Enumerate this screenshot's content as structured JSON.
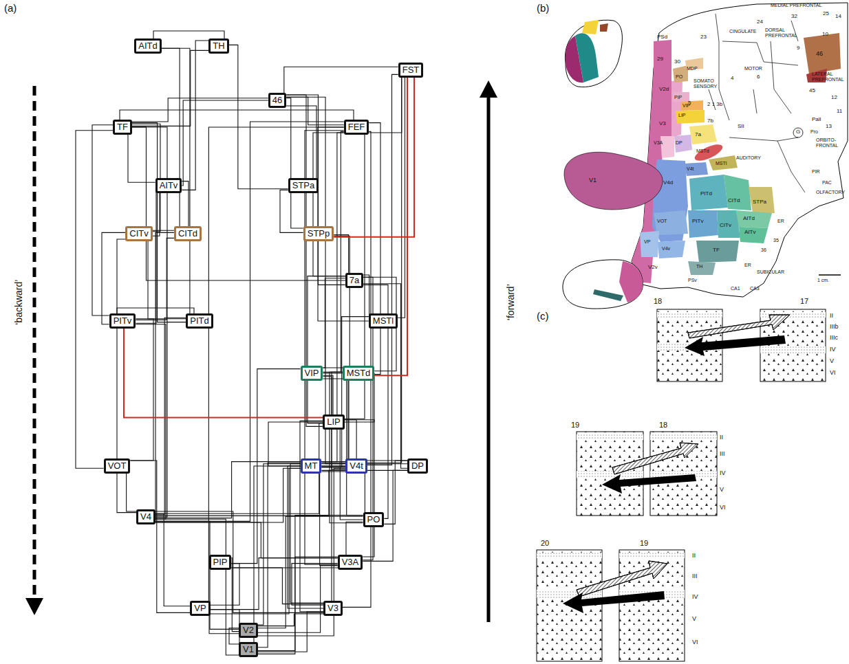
{
  "diagram": {
    "nodes": [
      {
        "text": [
          "AITd"
        ]
      },
      {
        "text": [
          "TH"
        ]
      },
      {
        "text": [
          "FST"
        ]
      },
      {
        "text": [
          "46"
        ]
      },
      {
        "text": [
          "TF"
        ]
      },
      {
        "text": [
          "FEF"
        ]
      },
      {
        "text": [
          "AITv"
        ]
      },
      {
        "text": [
          "STPa"
        ]
      },
      {
        "text": [
          "CITv"
        ]
      },
      {
        "text": [
          "CITd"
        ]
      },
      {
        "text": [
          "STPp"
        ]
      },
      {
        "text": [
          "7a"
        ]
      },
      {
        "text": [
          "PITv"
        ]
      },
      {
        "text": [
          "PITd"
        ]
      },
      {
        "text": [
          "MSTl"
        ]
      },
      {
        "text": [
          "VIP"
        ]
      },
      {
        "text": [
          "MSTd"
        ]
      },
      {
        "text": [
          "LIP"
        ]
      },
      {
        "text": [
          "VOT"
        ]
      },
      {
        "text": [
          "MT"
        ]
      },
      {
        "text": [
          "V4t"
        ]
      },
      {
        "text": [
          "DP"
        ]
      },
      {
        "text": [
          "V4"
        ]
      },
      {
        "text": [
          "PO"
        ]
      },
      {
        "text": [
          "PIP"
        ]
      },
      {
        "text": [
          "V3A"
        ]
      },
      {
        "text": [
          "VP"
        ]
      },
      {
        "text": [
          "V3"
        ]
      },
      {
        "text": [
          "V2"
        ]
      },
      {
        "text": [
          "V1"
        ]
      }
    ],
    "edges": [
      {
        "from": 29,
        "to": 28,
        "arrow": "none"
      },
      {
        "from": 29,
        "to": 27,
        "arrow": "none"
      },
      {
        "from": 29,
        "to": 19,
        "arrow": "none"
      },
      {
        "from": 29,
        "to": 22,
        "arrow": "none"
      },
      {
        "from": 29,
        "to": 23,
        "arrow": "none"
      },
      {
        "from": 29,
        "to": 26,
        "arrow": "none"
      },
      {
        "from": 29,
        "to": 25,
        "arrow": "none"
      },
      {
        "from": 29,
        "to": 20,
        "arrow": "none"
      },
      {
        "from": 28,
        "to": 27,
        "arrow": "none"
      },
      {
        "from": 28,
        "to": 26,
        "arrow": "none"
      },
      {
        "from": 28,
        "to": 22,
        "arrow": "none"
      },
      {
        "from": 28,
        "to": 19,
        "arrow": "none"
      },
      {
        "from": 28,
        "to": 25,
        "arrow": "none"
      },
      {
        "from": 28,
        "to": 23,
        "arrow": "none"
      },
      {
        "from": 28,
        "to": 20,
        "arrow": "none"
      },
      {
        "from": 28,
        "to": 24,
        "arrow": "none"
      },
      {
        "from": 27,
        "to": 25,
        "arrow": "none"
      },
      {
        "from": 27,
        "to": 22,
        "arrow": "none"
      },
      {
        "from": 27,
        "to": 19,
        "arrow": "none"
      },
      {
        "from": 27,
        "to": 24,
        "arrow": "none"
      },
      {
        "from": 27,
        "to": 17,
        "arrow": "none"
      },
      {
        "from": 27,
        "to": 5,
        "arrow": "none"
      },
      {
        "from": 27,
        "to": 20,
        "arrow": "none"
      },
      {
        "from": 27,
        "to": 15,
        "arrow": "none"
      },
      {
        "from": 26,
        "to": 22,
        "arrow": "none"
      },
      {
        "from": 26,
        "to": 19,
        "arrow": "none"
      },
      {
        "from": 26,
        "to": 25,
        "arrow": "none"
      },
      {
        "from": 26,
        "to": 24,
        "arrow": "none"
      },
      {
        "from": 26,
        "to": 18,
        "arrow": "none"
      },
      {
        "from": 26,
        "to": 5,
        "arrow": "none"
      },
      {
        "from": 25,
        "to": 22,
        "arrow": "none"
      },
      {
        "from": 25,
        "to": 19,
        "arrow": "none"
      },
      {
        "from": 25,
        "to": 21,
        "arrow": "none"
      },
      {
        "from": 25,
        "to": 17,
        "arrow": "none"
      },
      {
        "from": 25,
        "to": 5,
        "arrow": "none"
      },
      {
        "from": 25,
        "to": 11,
        "arrow": "none"
      },
      {
        "from": 24,
        "to": 23,
        "arrow": "none"
      },
      {
        "from": 24,
        "to": 15,
        "arrow": "none"
      },
      {
        "from": 23,
        "to": 19,
        "arrow": "none"
      },
      {
        "from": 23,
        "to": 21,
        "arrow": "none"
      },
      {
        "from": 23,
        "to": 17,
        "arrow": "none"
      },
      {
        "from": 23,
        "to": 15,
        "arrow": "none"
      },
      {
        "from": 23,
        "to": 16,
        "arrow": "none"
      },
      {
        "from": 23,
        "to": 11,
        "arrow": "none"
      },
      {
        "from": 22,
        "to": 18,
        "arrow": "none"
      },
      {
        "from": 22,
        "to": 12,
        "arrow": "none"
      },
      {
        "from": 22,
        "to": 13,
        "arrow": "none"
      },
      {
        "from": 22,
        "to": 19,
        "arrow": "none"
      },
      {
        "from": 22,
        "to": 20,
        "arrow": "none"
      },
      {
        "from": 22,
        "to": 17,
        "arrow": "none"
      },
      {
        "from": 22,
        "to": 5,
        "arrow": "none"
      },
      {
        "from": 22,
        "to": 4,
        "arrow": "none"
      },
      {
        "from": 22,
        "to": 8,
        "arrow": "none"
      },
      {
        "from": 22,
        "to": 9,
        "arrow": "none"
      },
      {
        "from": 22,
        "to": 21,
        "arrow": "none"
      },
      {
        "from": 18,
        "to": 12,
        "arrow": "none"
      },
      {
        "from": 18,
        "to": 4,
        "arrow": "none"
      },
      {
        "from": 19,
        "to": 20,
        "arrow": "none"
      },
      {
        "from": 19,
        "to": 16,
        "arrow": "none"
      },
      {
        "from": 19,
        "to": 14,
        "arrow": "none"
      },
      {
        "from": 19,
        "to": 2,
        "arrow": "none"
      },
      {
        "from": 19,
        "to": 15,
        "arrow": "none"
      },
      {
        "from": 19,
        "to": 17,
        "arrow": "none"
      },
      {
        "from": 19,
        "to": 5,
        "arrow": "none"
      },
      {
        "from": 20,
        "to": 16,
        "arrow": "none"
      },
      {
        "from": 20,
        "to": 2,
        "arrow": "none"
      },
      {
        "from": 21,
        "to": 17,
        "arrow": "none"
      },
      {
        "from": 21,
        "to": 11,
        "arrow": "none"
      },
      {
        "from": 21,
        "to": 3,
        "arrow": "none"
      },
      {
        "from": 17,
        "to": 15,
        "arrow": "none"
      },
      {
        "from": 17,
        "to": 11,
        "arrow": "none"
      },
      {
        "from": 17,
        "to": 5,
        "arrow": "none"
      },
      {
        "from": 17,
        "to": 3,
        "arrow": "none"
      },
      {
        "from": 17,
        "to": 16,
        "arrow": "none"
      },
      {
        "from": 17,
        "to": 12,
        "arrow": "none"
      },
      {
        "from": 15,
        "to": 16,
        "arrow": "none"
      },
      {
        "from": 15,
        "to": 5,
        "arrow": "none"
      },
      {
        "from": 15,
        "to": 11,
        "arrow": "none"
      },
      {
        "from": 16,
        "to": 2,
        "arrow": "none"
      },
      {
        "from": 16,
        "to": 11,
        "arrow": "none"
      },
      {
        "from": 16,
        "to": 10,
        "arrow": "none"
      },
      {
        "from": 16,
        "to": 5,
        "arrow": "none"
      },
      {
        "from": 14,
        "to": 2,
        "arrow": "none"
      },
      {
        "from": 14,
        "to": 11,
        "arrow": "none"
      },
      {
        "from": 14,
        "to": 5,
        "arrow": "none"
      },
      {
        "from": 12,
        "to": 13,
        "arrow": "none"
      },
      {
        "from": 12,
        "to": 8,
        "arrow": "none"
      },
      {
        "from": 12,
        "to": 9,
        "arrow": "none"
      },
      {
        "from": 12,
        "to": 4,
        "arrow": "none"
      },
      {
        "from": 12,
        "to": 6,
        "arrow": "none"
      },
      {
        "from": 13,
        "to": 9,
        "arrow": "none"
      },
      {
        "from": 13,
        "to": 0,
        "arrow": "none"
      },
      {
        "from": 13,
        "to": 4,
        "arrow": "none"
      },
      {
        "from": 11,
        "to": 10,
        "arrow": "none"
      },
      {
        "from": 11,
        "to": 3,
        "arrow": "none"
      },
      {
        "from": 11,
        "to": 4,
        "arrow": "none"
      },
      {
        "from": 11,
        "to": 5,
        "arrow": "none"
      },
      {
        "from": 10,
        "to": 2,
        "arrow": "none"
      },
      {
        "from": 10,
        "to": 7,
        "arrow": "none"
      },
      {
        "from": 10,
        "to": 3,
        "arrow": "none"
      },
      {
        "from": 8,
        "to": 6,
        "arrow": "none"
      },
      {
        "from": 8,
        "to": 4,
        "arrow": "none"
      },
      {
        "from": 9,
        "to": 0,
        "arrow": "none"
      },
      {
        "from": 9,
        "to": 6,
        "arrow": "none"
      },
      {
        "from": 6,
        "to": 4,
        "arrow": "none"
      },
      {
        "from": 6,
        "to": 1,
        "arrow": "none"
      },
      {
        "from": 6,
        "to": 3,
        "arrow": "none"
      },
      {
        "from": 7,
        "to": 3,
        "arrow": "none"
      },
      {
        "from": 7,
        "to": 1,
        "arrow": "none"
      },
      {
        "from": 4,
        "to": 1,
        "arrow": "none"
      },
      {
        "from": 4,
        "to": 3,
        "arrow": "none"
      },
      {
        "from": 4,
        "to": 5,
        "arrow": "none"
      },
      {
        "from": 5,
        "to": 3,
        "arrow": "none"
      },
      {
        "from": 5,
        "to": 2,
        "arrow": "none"
      },
      {
        "from": 0,
        "to": 1,
        "arrow": "none"
      },
      {
        "from": 2,
        "to": 3,
        "arrow": "none"
      }
    ],
    "labels": [
      "(a)",
      "(b)",
      "(c)",
      "‘backward’",
      "‘forward’",
      "MEDIAL PREFRONTAL",
      "32",
      "25",
      "14",
      "24",
      "CINGULATE",
      "DORSAL PREFRONTAL",
      "10",
      "9",
      "23",
      "MOTOR",
      "6",
      "4",
      "46",
      "LATERAL PREFRONTAL",
      "45",
      "12",
      "11",
      "13",
      "SOMATO SENSORY",
      "5",
      "2 1 3b",
      "PSd",
      "29",
      "30",
      "MDP",
      "PO",
      "V2d",
      "PIP",
      "VIP",
      "LIP",
      "7b",
      "SII",
      "G",
      "Pall",
      "Pro",
      "V3",
      "V3A",
      "DP",
      "7a",
      "MSTd",
      "MSTl",
      "AUDITORY",
      "V4t",
      "ORBITO- FRONTAL",
      "PIR",
      "PAC",
      "OLFACTORY",
      "V4d",
      "PITd",
      "CITd",
      "STPa",
      "AITd",
      "V1",
      "VOT",
      "PITv",
      "CITv",
      "AITv",
      "ER",
      "35",
      "VP",
      "V4v",
      "36",
      "TF",
      "ER",
      "TH",
      "SUBICULAR",
      "PSv",
      "CA1",
      "CA3",
      "V2v",
      "1 cm.",
      "18",
      "17",
      "II",
      "IIIb",
      "IIIc",
      "IV",
      "V",
      "VI",
      "19",
      "18",
      "II",
      "III",
      "IV",
      "V",
      "VI",
      "20",
      "19",
      "II",
      "III",
      "IV",
      "V",
      "VI"
    ]
  }
}
